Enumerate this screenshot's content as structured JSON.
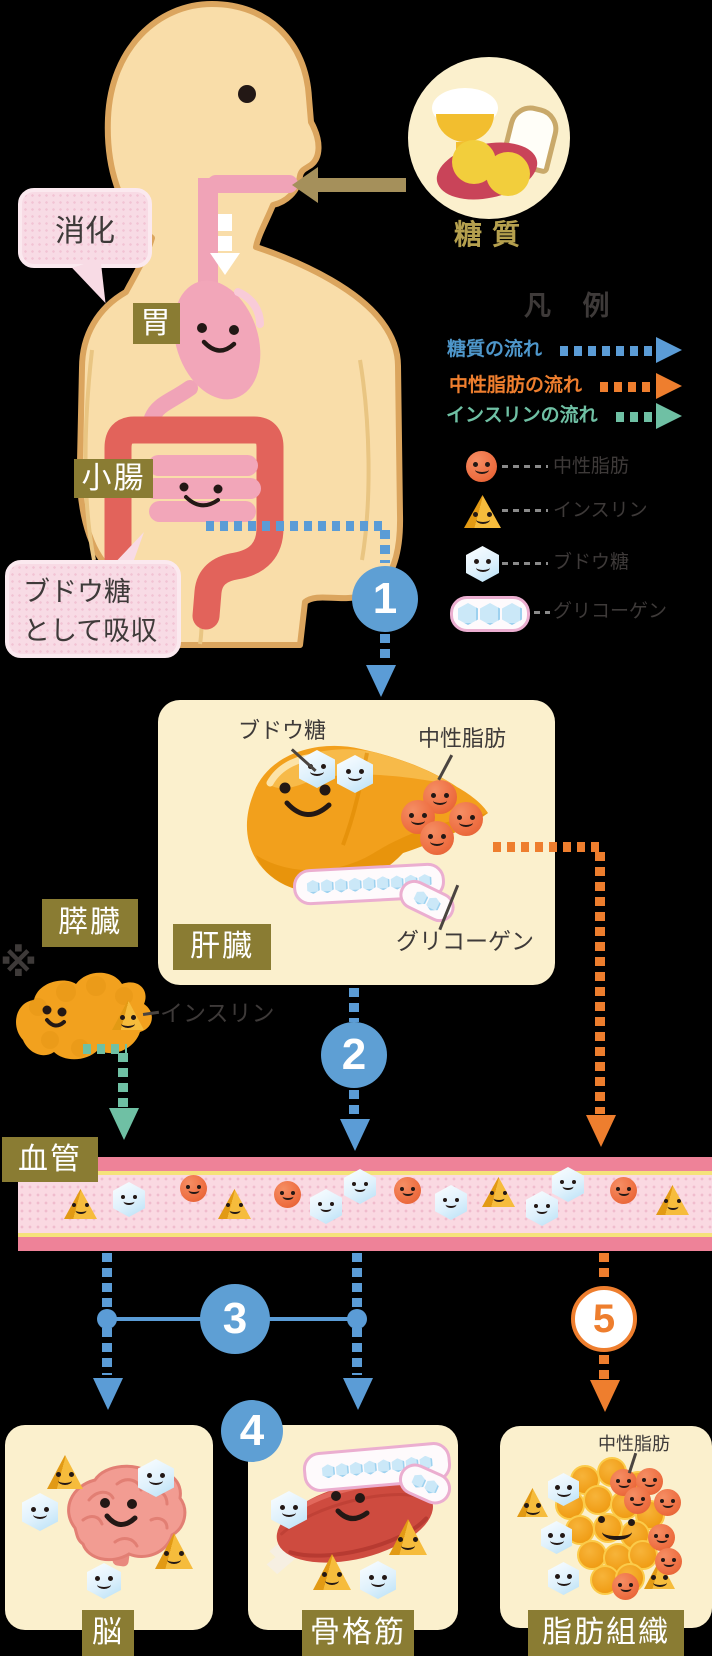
{
  "bubbles": {
    "digestion": "消化",
    "absorb": "ブドウ糖\nとして吸収"
  },
  "body_labels": {
    "stomach": "胃",
    "small_intestine": "小腸"
  },
  "food": {
    "label": "糖質"
  },
  "legend": {
    "heading": "凡 例",
    "flows": [
      {
        "label": "糖質の流れ",
        "color": "#4E97CB"
      },
      {
        "label": "中性脂肪の流れ",
        "color": "#EE7E2E"
      },
      {
        "label": "インスリンの流れ",
        "color": "#6FC0A4"
      }
    ],
    "items": [
      {
        "label": "中性脂肪",
        "icon": "triglyceride-icon"
      },
      {
        "label": "インスリン",
        "icon": "insulin-icon"
      },
      {
        "label": "ブドウ糖",
        "icon": "glucose-icon"
      },
      {
        "label": "グリコーゲン",
        "icon": "glycogen-icon"
      }
    ]
  },
  "liver_panel": {
    "glucose_label": "ブドウ糖",
    "fat_label": "中性脂肪",
    "glycogen_label": "グリコーゲン",
    "liver_label": "肝臓"
  },
  "pancreas": {
    "label": "膵臓",
    "note_mark": "※",
    "insulin_label": "インスリン"
  },
  "vessel": {
    "label": "血管"
  },
  "steps": [
    "1",
    "2",
    "3",
    "4",
    "5"
  ],
  "organs": {
    "brain_label": "脳",
    "muscle_label": "骨格筋",
    "adipose_label": "脂肪組織",
    "adipose_fat_label": "中性脂肪"
  },
  "colors": {
    "sugar_flow_blue": "#5B9CD6",
    "fat_flow_orange": "#EE7E2E",
    "insulin_flow_green": "#6FC0A4",
    "label_chip_olive": "#8A7C33",
    "panel_cream": "#FBF0CD",
    "bubble_pink": "#F8DBE5",
    "skin": "#F9DDA9",
    "vessel_pink": "#EE8298"
  }
}
